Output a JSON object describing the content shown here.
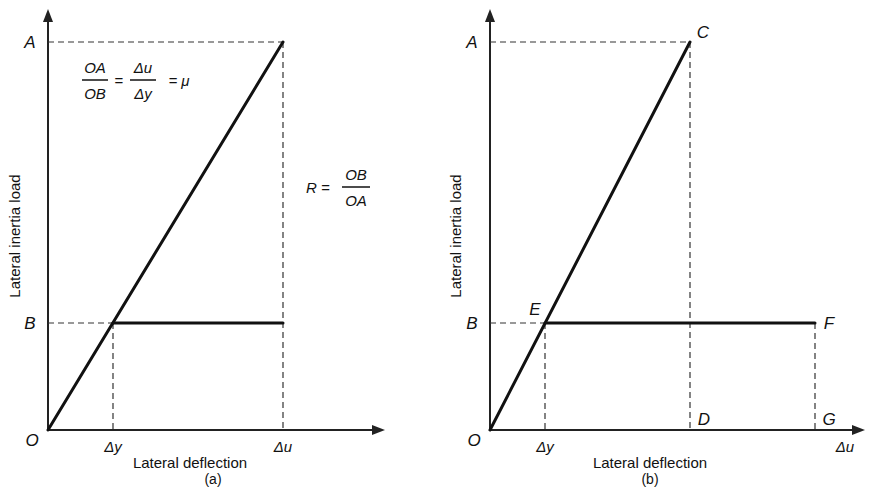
{
  "diagram": {
    "labels": [
      "A",
      "OA",
      "OB",
      "=",
      "Δu",
      "Δy",
      "= μ",
      "R =",
      "OB",
      "OA",
      "B",
      "O",
      "Δy",
      "Δu",
      "Lateral inertia load",
      "Lateral deflection",
      "(a)",
      "A",
      "C",
      "E",
      "B",
      "F",
      "D",
      "G",
      "O",
      "Δy",
      "Δu",
      "Lateral inertia load",
      "Lateral deflection",
      "(b)"
    ]
  }
}
